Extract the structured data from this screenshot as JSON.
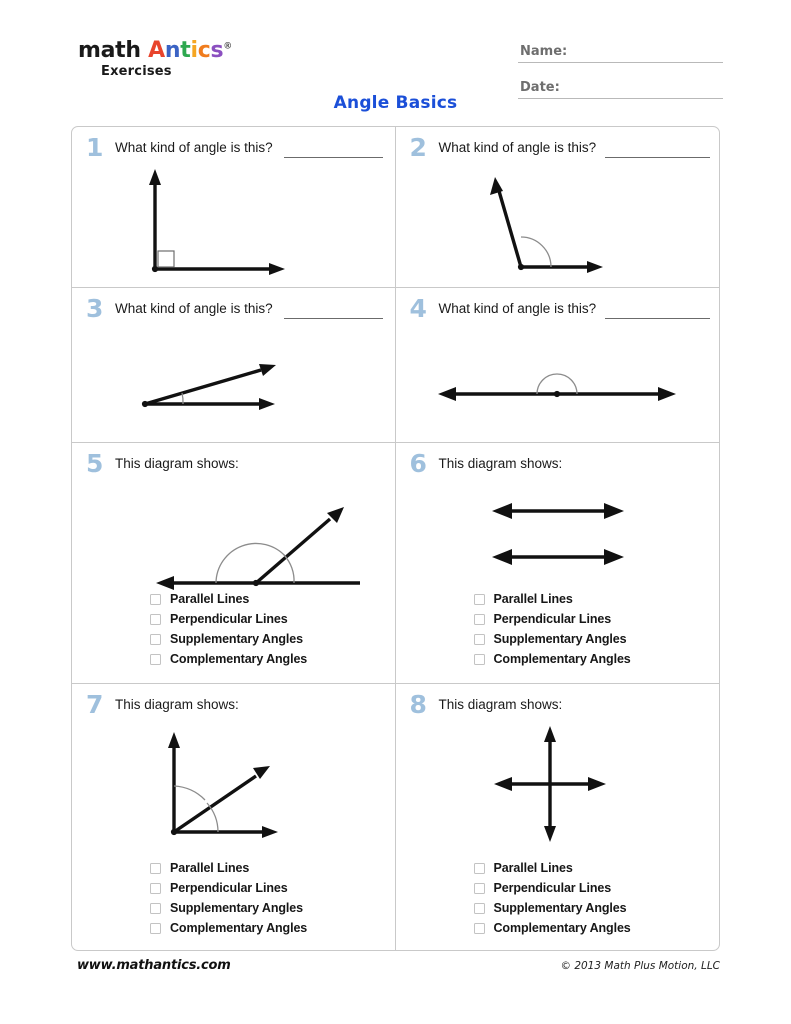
{
  "header": {
    "logo": {
      "word1": "math",
      "word2_letters": [
        {
          "ch": "A",
          "color": "#e8442c"
        },
        {
          "ch": "n",
          "color": "#3b63c4"
        },
        {
          "ch": "t",
          "color": "#2ea84f"
        },
        {
          "ch": "i",
          "color": "#f5a623"
        },
        {
          "ch": "c",
          "color": "#f07c1e"
        },
        {
          "ch": "s",
          "color": "#8b4fc0"
        }
      ],
      "trademark": "®",
      "subtitle": "Exercises"
    },
    "name_label": "Name:",
    "date_label": "Date:",
    "name_value": "",
    "date_value": "",
    "title": "Angle Basics",
    "title_color": "#1b4fd8"
  },
  "questions": [
    {
      "number": "1",
      "prompt": "What kind of angle is this?",
      "answer_value": "",
      "diagram": "right-angle",
      "choices": []
    },
    {
      "number": "2",
      "prompt": "What kind of angle is this?",
      "answer_value": "",
      "diagram": "obtuse-angle",
      "choices": []
    },
    {
      "number": "3",
      "prompt": "What kind of angle is this?",
      "answer_value": "",
      "diagram": "acute-angle",
      "choices": []
    },
    {
      "number": "4",
      "prompt": "What kind of angle is this?",
      "answer_value": "",
      "diagram": "straight-angle",
      "choices": []
    },
    {
      "number": "5",
      "prompt": "This diagram shows:",
      "answer_value": "",
      "diagram": "supplementary-angles",
      "choices": [
        "Parallel Lines",
        "Perpendicular Lines",
        "Supplementary Angles",
        "Complementary Angles"
      ]
    },
    {
      "number": "6",
      "prompt": "This diagram shows:",
      "answer_value": "",
      "diagram": "parallel-lines",
      "choices": [
        "Parallel Lines",
        "Perpendicular Lines",
        "Supplementary Angles",
        "Complementary Angles"
      ]
    },
    {
      "number": "7",
      "prompt": "This diagram shows:",
      "answer_value": "",
      "diagram": "complementary-angles",
      "choices": [
        "Parallel Lines",
        "Perpendicular Lines",
        "Supplementary Angles",
        "Complementary Angles"
      ]
    },
    {
      "number": "8",
      "prompt": "This diagram shows:",
      "answer_value": "",
      "diagram": "perpendicular-lines",
      "choices": [
        "Parallel Lines",
        "Perpendicular Lines",
        "Supplementary Angles",
        "Complementary Angles"
      ]
    }
  ],
  "footer": {
    "website": "www.mathantics.com",
    "copyright": "© 2013 Math Plus Motion, LLC"
  },
  "colors": {
    "question_number": "#9fc0dd",
    "grid_border": "#c9c9c9",
    "title": "#1b4fd8",
    "stroke": "#111111",
    "arc": "#8c8c8c"
  }
}
